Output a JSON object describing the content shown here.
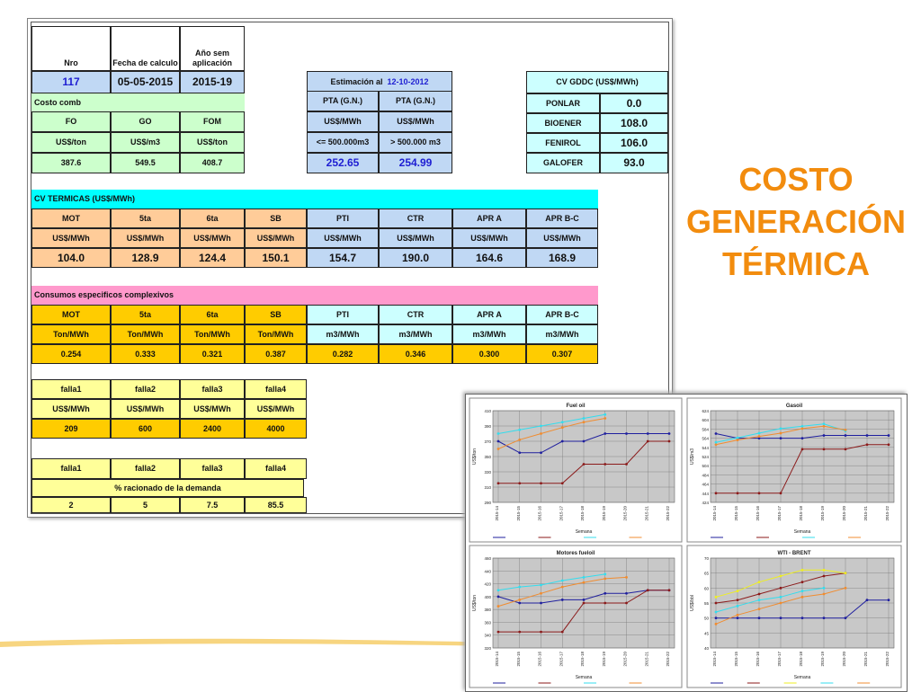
{
  "slide_title": {
    "line1": "COSTO",
    "line2": "GENERACIÓN",
    "line3": "TÉRMICA"
  },
  "header": {
    "nro_label": "Nro",
    "fecha_label": "Fecha de calculo",
    "anio_label": "Año sem aplicación",
    "nro": "117",
    "fecha": "05-05-2015",
    "anio": "2015-19"
  },
  "costo_comb": {
    "label": "Costo comb",
    "headers": [
      "FO",
      "GO",
      "FOM"
    ],
    "units": [
      "US$/ton",
      "US$/m3",
      "US$/ton"
    ],
    "values": [
      "387.6",
      "549.5",
      "408.7"
    ]
  },
  "estimacion": {
    "label": "Estimación al",
    "date": "12-10-2012",
    "headers": [
      "PTA (G.N.)",
      "PTA (G.N.)"
    ],
    "units": [
      "US$/MWh",
      "US$/MWh"
    ],
    "ranges": [
      "<= 500.000m3",
      "> 500.000 m3"
    ],
    "values": [
      "252.65",
      "254.99"
    ]
  },
  "cv_gddc": {
    "label": "CV GDDC (US$/MWh)",
    "rows": [
      {
        "name": "PONLAR",
        "value": "0.0"
      },
      {
        "name": "BIOENER",
        "value": "108.0"
      },
      {
        "name": "FENIROL",
        "value": "106.0"
      },
      {
        "name": "GALOFER",
        "value": "93.0"
      }
    ]
  },
  "cv_termicas": {
    "label": "CV TERMICAS (US$/MWh)",
    "headers": [
      "MOT",
      "5ta",
      "6ta",
      "SB",
      "PTI",
      "CTR",
      "APR A",
      "APR B-C"
    ],
    "units": [
      "US$/MWh",
      "US$/MWh",
      "US$/MWh",
      "US$/MWh",
      "US$/MWh",
      "US$/MWh",
      "US$/MWh",
      "US$/MWh"
    ],
    "values": [
      "104.0",
      "128.9",
      "124.4",
      "150.1",
      "154.7",
      "190.0",
      "164.6",
      "168.9"
    ]
  },
  "consumos": {
    "label": "Consumos especificos complexivos",
    "headers": [
      "MOT",
      "5ta",
      "6ta",
      "SB",
      "PTI",
      "CTR",
      "APR A",
      "APR B-C"
    ],
    "units": [
      "Ton/MWh",
      "Ton/MWh",
      "Ton/MWh",
      "Ton/MWh",
      "m3/MWh",
      "m3/MWh",
      "m3/MWh",
      "m3/MWh"
    ],
    "values": [
      "0.254",
      "0.333",
      "0.321",
      "0.387",
      "0.282",
      "0.346",
      "0.300",
      "0.307"
    ]
  },
  "fallas": {
    "headers": [
      "falla1",
      "falla2",
      "falla3",
      "falla4"
    ],
    "units": [
      "US$/MWh",
      "US$/MWh",
      "US$/MWh",
      "US$/MWh"
    ],
    "values": [
      "209",
      "600",
      "2400",
      "4000"
    ]
  },
  "racionado": {
    "headers": [
      "falla1",
      "falla2",
      "falla3",
      "falla4"
    ],
    "label": "% racionado de la demanda",
    "values": [
      "2",
      "5",
      "7.5",
      "85.5"
    ]
  },
  "colors": {
    "orange_title": "#f28c0e",
    "green": "#ccffcc",
    "light_blue": "#c0d8f4",
    "cyan": "#00ffff",
    "pink": "#ff99cc",
    "gold": "#ffcc00",
    "yellow": "#ffff99",
    "peach": "#ffcc99"
  },
  "chart_data": [
    {
      "type": "line",
      "title": "Fuel oil",
      "x": [
        "2015-14",
        "2015-15",
        "2015-16",
        "2015-17",
        "2015-18",
        "2015-19",
        "2015-20",
        "2015-21",
        "2015-22"
      ],
      "xlabel": "Semana",
      "ylabel": "US$/ton",
      "yticks": [
        "410",
        "390",
        "370",
        "350",
        "330",
        "310",
        "290"
      ],
      "ylim": [
        290,
        410
      ],
      "series": [
        {
          "color": "#1f1f9e",
          "values": [
            370,
            355,
            355,
            370,
            370,
            380,
            380,
            380,
            380
          ]
        },
        {
          "color": "#8b1a1a",
          "values": [
            315,
            315,
            315,
            315,
            340,
            340,
            340,
            370,
            370
          ]
        },
        {
          "color": "#33ddee",
          "values": [
            380,
            385,
            390,
            395,
            400,
            405,
            null,
            null,
            null
          ]
        },
        {
          "color": "#f08c30",
          "values": [
            360,
            372,
            380,
            388,
            395,
            400,
            null,
            null,
            null
          ]
        }
      ]
    },
    {
      "type": "line",
      "title": "Gasoil",
      "x": [
        "2015-14",
        "2015-15",
        "2015-16",
        "2015-17",
        "2015-18",
        "2015-19",
        "2015-20",
        "2015-21",
        "2015-22"
      ],
      "xlabel": "Semana",
      "ylabel": "US$/m3",
      "yticks": [
        "624",
        "604",
        "584",
        "564",
        "544",
        "524",
        "504",
        "484",
        "464",
        "444",
        "424"
      ],
      "ylim": [
        424,
        624
      ],
      "series": [
        {
          "color": "#1f1f9e",
          "values": [
            574,
            564,
            564,
            564,
            564,
            570,
            570,
            570,
            570
          ]
        },
        {
          "color": "#8b1a1a",
          "values": [
            444,
            444,
            444,
            444,
            540,
            540,
            540,
            550,
            550
          ]
        },
        {
          "color": "#33ddee",
          "values": [
            555,
            565,
            575,
            585,
            590,
            595,
            580,
            null,
            null
          ]
        },
        {
          "color": "#f08c30",
          "values": [
            550,
            560,
            568,
            575,
            585,
            590,
            582,
            null,
            null
          ]
        }
      ]
    },
    {
      "type": "line",
      "title": "Motores fueloil",
      "x": [
        "2015-14",
        "2015-15",
        "2015-16",
        "2015-17",
        "2015-18",
        "2015-19",
        "2015-20",
        "2015-21",
        "2015-22"
      ],
      "xlabel": "Semana",
      "ylabel": "US$/ton",
      "yticks": [
        "460",
        "440",
        "420",
        "400",
        "380",
        "360",
        "340",
        "320"
      ],
      "ylim": [
        320,
        460
      ],
      "series": [
        {
          "color": "#1f1f9e",
          "values": [
            400,
            390,
            390,
            395,
            395,
            405,
            405,
            410,
            410
          ]
        },
        {
          "color": "#8b1a1a",
          "values": [
            345,
            345,
            345,
            345,
            390,
            390,
            390,
            410,
            410
          ]
        },
        {
          "color": "#33ddee",
          "values": [
            410,
            415,
            418,
            425,
            430,
            435,
            null,
            null,
            null
          ]
        },
        {
          "color": "#f08c30",
          "values": [
            385,
            395,
            405,
            415,
            422,
            428,
            430,
            null,
            null
          ]
        }
      ]
    },
    {
      "type": "line",
      "title": "WTI - BRENT",
      "x": [
        "2015-14",
        "2015-15",
        "2015-16",
        "2015-17",
        "2015-18",
        "2015-19",
        "2015-20",
        "2015-21",
        "2015-22"
      ],
      "xlabel": "Semana",
      "ylabel": "US$/bbl",
      "yticks": [
        "70",
        "65",
        "60",
        "55",
        "50",
        "45",
        "40"
      ],
      "ylim": [
        40,
        70
      ],
      "series": [
        {
          "color": "#1f1f9e",
          "values": [
            50,
            50,
            50,
            50,
            50,
            50,
            50,
            56,
            56
          ]
        },
        {
          "color": "#8b1a1a",
          "values": [
            55,
            56,
            58,
            60,
            62,
            64,
            65,
            null,
            null
          ]
        },
        {
          "color": "#eeee22",
          "values": [
            57,
            59,
            62,
            64,
            66,
            66,
            65,
            null,
            null
          ]
        },
        {
          "color": "#33ddee",
          "values": [
            52,
            54,
            56,
            57,
            59,
            60,
            null,
            null,
            null
          ]
        },
        {
          "color": "#f08c30",
          "values": [
            48,
            51,
            53,
            55,
            57,
            58,
            60,
            null,
            null
          ]
        }
      ]
    }
  ]
}
